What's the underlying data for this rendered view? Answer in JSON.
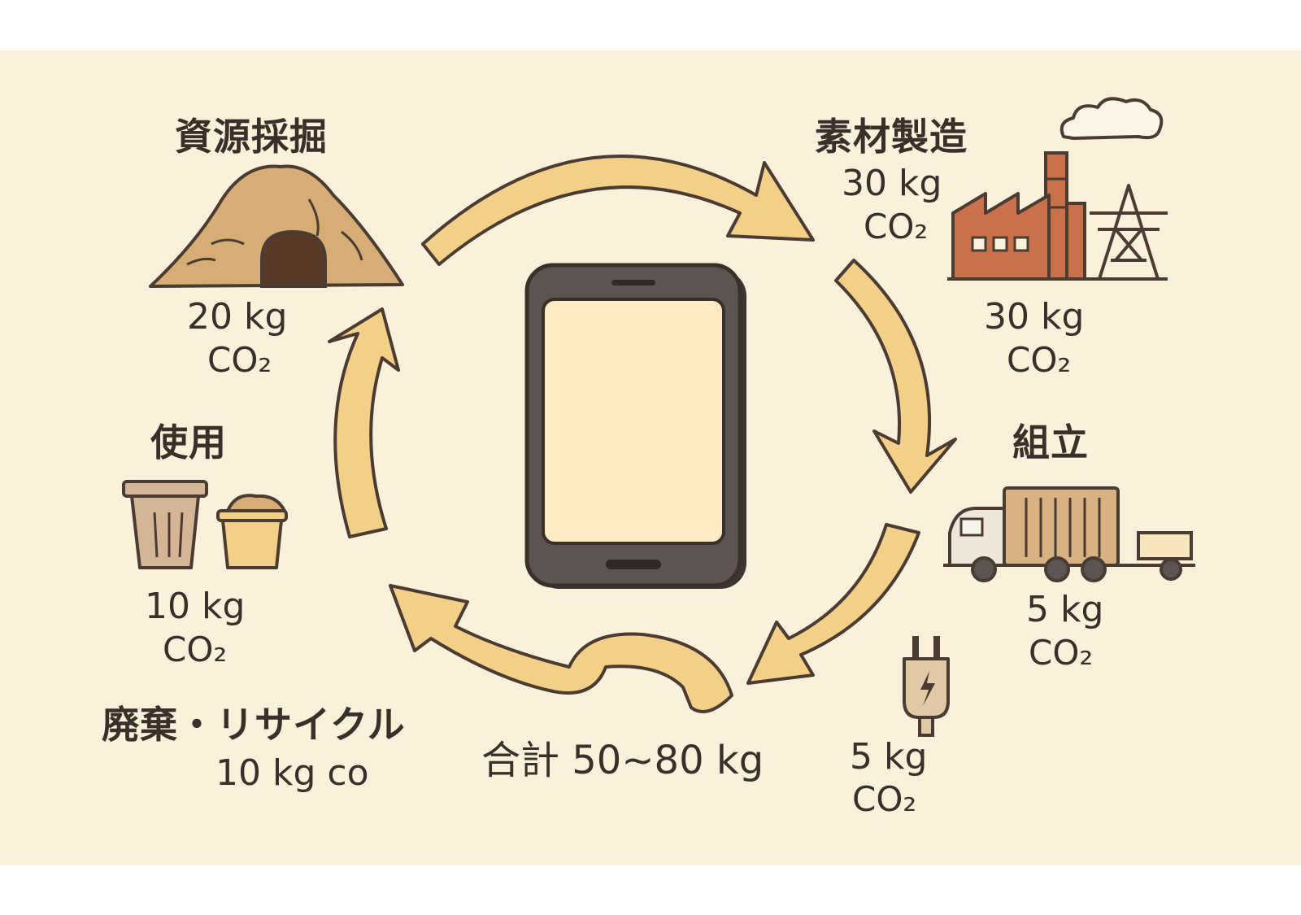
{
  "stages": {
    "mining": {
      "title": "資源採掘",
      "value": "20 kg",
      "unit": "CO₂"
    },
    "materials": {
      "title": "素材製造",
      "value": "30 kg",
      "unit": "CO₂",
      "value2": "30 kg",
      "unit2": "CO₂"
    },
    "assembly": {
      "title": "組立",
      "value": "5 kg",
      "unit": "CO₂"
    },
    "usage": {
      "title": "使用",
      "value": "10 kg",
      "unit": "CO₂"
    },
    "disposal": {
      "title": "廃棄・リサイクル",
      "value_unit": "10 kg co"
    },
    "power": {
      "value": "5 kg",
      "unit": "CO₂"
    }
  },
  "total": "合計 50~80 kg",
  "colors": {
    "background": "#fbf0d9",
    "arrow_fill": "#f4cf87",
    "outline": "#4a3b33",
    "factory": "#c8714a",
    "phone_frame": "#5b5450",
    "phone_screen": "#fdebc4"
  },
  "icons": [
    "mountain-mine-icon",
    "factory-icon",
    "power-tower-icon",
    "cloud-icon",
    "truck-icon",
    "trash-can-icon",
    "bucket-icon",
    "plug-icon",
    "smartphone-icon"
  ]
}
